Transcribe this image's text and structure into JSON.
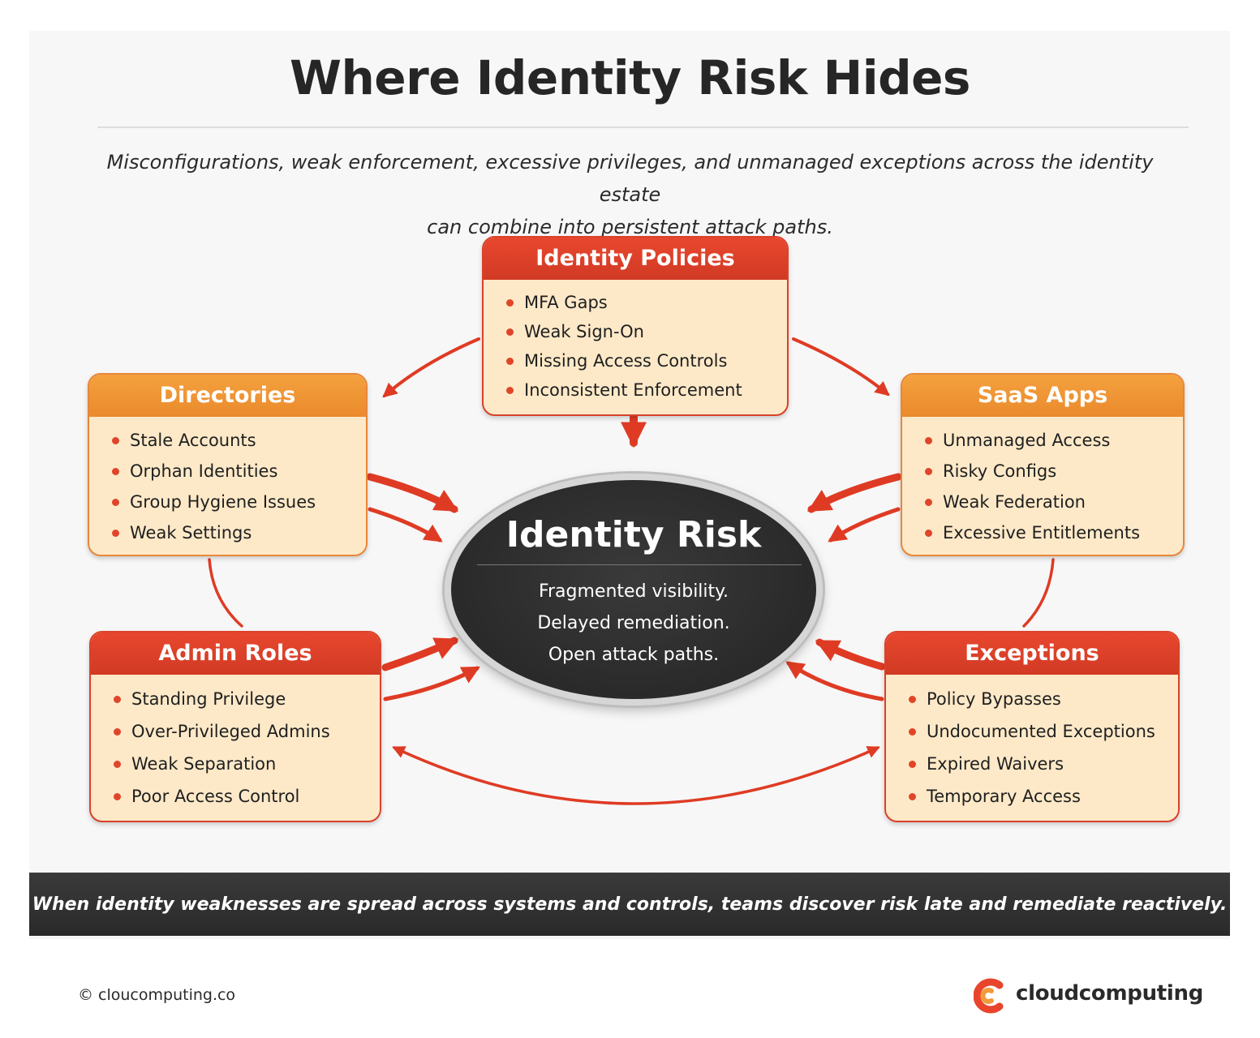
{
  "title": "Where Identity Risk Hides",
  "subtitle": {
    "line1": "Misconfigurations, weak enforcement, excessive privileges, and unmanaged exceptions across the identity estate",
    "line2": "can combine into persistent attack paths."
  },
  "core": {
    "title": "Identity Risk",
    "lines": [
      "Fragmented visibility.",
      "Delayed remediation.",
      "Open attack paths."
    ]
  },
  "boxes": {
    "policies": {
      "title": "Identity Policies",
      "items": [
        "MFA Gaps",
        "Weak Sign-On",
        "Missing Access Controls",
        "Inconsistent Enforcement"
      ]
    },
    "directories": {
      "title": "Directories",
      "items": [
        "Stale Accounts",
        "Orphan Identities",
        "Group Hygiene Issues",
        "Weak Settings"
      ]
    },
    "saas": {
      "title": "SaaS Apps",
      "items": [
        "Unmanaged Access",
        "Risky Configs",
        "Weak Federation",
        "Excessive Entitlements"
      ]
    },
    "admin": {
      "title": "Admin Roles",
      "items": [
        "Standing Privilege",
        "Over-Privileged Admins",
        "Weak Separation",
        "Poor Access Control"
      ]
    },
    "exceptions": {
      "title": "Exceptions",
      "items": [
        "Policy Bypasses",
        "Undocumented Exceptions",
        "Expired Waivers",
        "Temporary Access"
      ]
    }
  },
  "banner": "When identity weaknesses are spread across systems and controls, teams discover risk late and remediate reactively.",
  "footer": {
    "copyright": "© cloucomputing.co",
    "brand": "cloudcomputing",
    "logo_icon": "cloudcomputing-logo-icon"
  },
  "colors": {
    "red_header": "#e0452a",
    "orange_header": "#f19634",
    "box_fill": "#fde9c8",
    "arrow": "#df3b24",
    "core_fill": "#2e2e2e",
    "banner": "#303030"
  }
}
